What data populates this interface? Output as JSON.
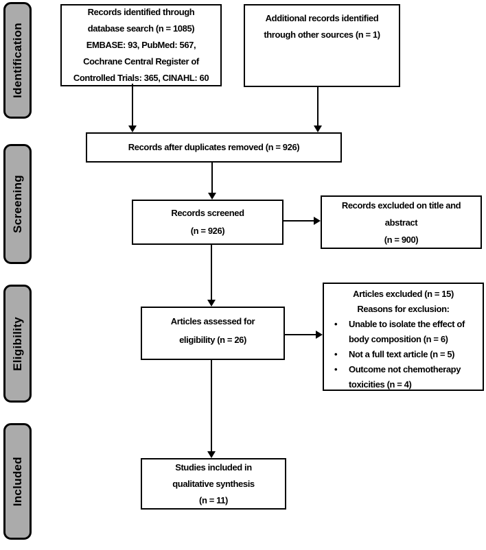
{
  "colors": {
    "background": "#ffffff",
    "stage_fill": "#ababab",
    "stage_border": "#000000",
    "stage_text": "#000000",
    "box_fill": "#ffffff",
    "box_border": "#000000",
    "text": "#000000",
    "arrow": "#000000"
  },
  "stages": [
    {
      "label": "Identification"
    },
    {
      "label": "Screening"
    },
    {
      "label": "Eligibility"
    },
    {
      "label": "Included"
    }
  ],
  "boxes": {
    "records_db": {
      "lines": [
        "Records identified through",
        "database search (n = 1085)",
        "EMBASE: 93, PubMed: 567,",
        "Cochrane Central Register of",
        "Controlled Trials: 365, CINAHL: 60"
      ]
    },
    "records_other": {
      "lines": [
        "Additional records identified",
        "through other sources (n = 1)"
      ]
    },
    "dedup": {
      "lines": [
        "Records after duplicates removed (n = 926)"
      ]
    },
    "screened": {
      "lines": [
        "Records screened",
        "(n = 926)"
      ]
    },
    "excluded_screening": {
      "lines": [
        "Records excluded on title and",
        "abstract",
        "(n = 900)"
      ]
    },
    "assessed": {
      "lines": [
        "Articles assessed for",
        "eligibility (n = 26)"
      ]
    },
    "excluded_eligibility": {
      "heading_lines": [
        "Articles excluded (n = 15)",
        "Reasons for exclusion:"
      ],
      "bullet_glyph": "•",
      "bullets": [
        {
          "lines": [
            "Unable to isolate the effect of",
            "body composition (n = 6)"
          ]
        },
        {
          "lines": [
            "Not a full text article (n = 5)"
          ]
        },
        {
          "lines": [
            "Outcome not chemotherapy",
            "toxicities (n = 4)"
          ]
        }
      ]
    },
    "included": {
      "lines": [
        "Studies included in",
        "qualitative synthesis",
        "(n = 11)"
      ]
    }
  }
}
